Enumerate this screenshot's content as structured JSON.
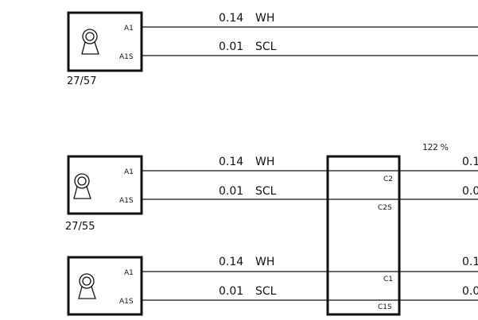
{
  "zoom_level": "122 %",
  "colors": {
    "line": "#111111",
    "background": "#ffffff"
  },
  "components": [
    {
      "id": "27/57",
      "icon": "sensor-icon",
      "pins": [
        {
          "name": "A1",
          "gauge": "0.14",
          "color": "WH"
        },
        {
          "name": "A1S",
          "gauge": "0.01",
          "color": "SCL"
        }
      ]
    },
    {
      "id": "27/55",
      "icon": "sensor-icon",
      "pins": [
        {
          "name": "A1",
          "gauge": "0.14",
          "color": "WH"
        },
        {
          "name": "A1S",
          "gauge": "0.01",
          "color": "SCL"
        }
      ]
    },
    {
      "id": "",
      "icon": "sensor-icon",
      "pins": [
        {
          "name": "A1",
          "gauge": "0.14",
          "color": "WH"
        },
        {
          "name": "A1S",
          "gauge": "0.01",
          "color": "SCL"
        }
      ]
    }
  ],
  "connector": {
    "pins": [
      "C2",
      "C2S",
      "C1",
      "C1S"
    ],
    "right_labels": [
      "0.1",
      "0.0",
      "0.1",
      "0.0"
    ]
  }
}
